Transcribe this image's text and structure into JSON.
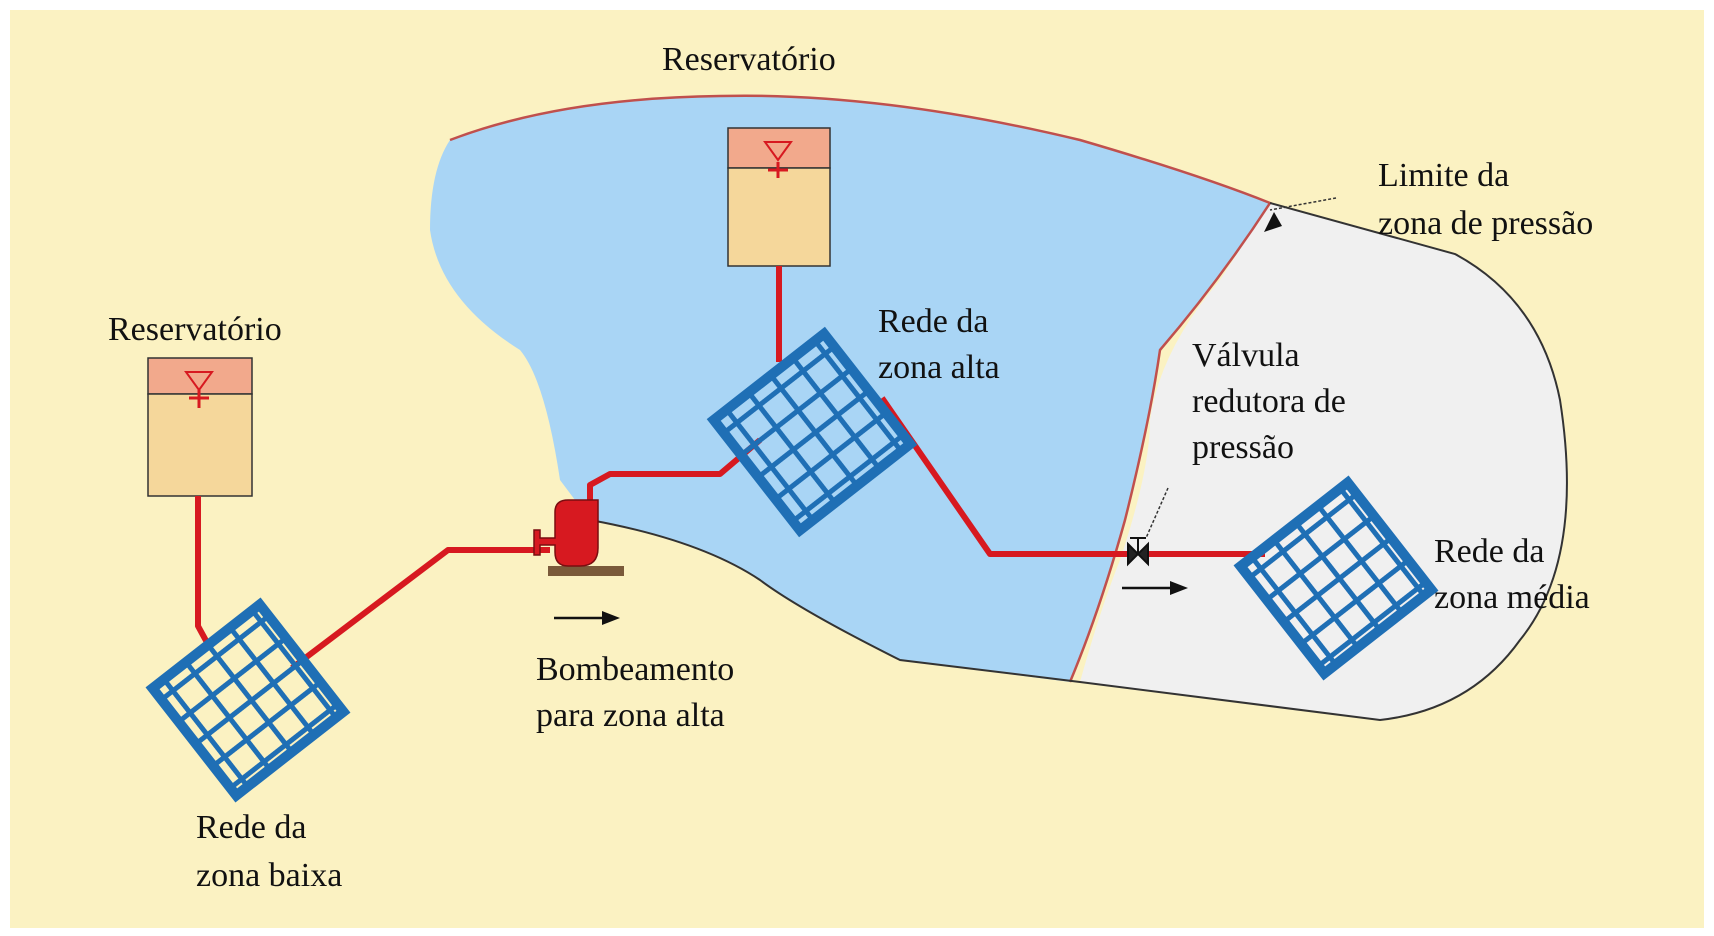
{
  "labels": {
    "reservoir_high": "Reservatório",
    "reservoir_low": "Reservatório",
    "limit_line1": "Limite da",
    "limit_line2": "zona de pressão",
    "high_net_line1": "Rede da",
    "high_net_line2": "zona alta",
    "valve_line1": "Válvula",
    "valve_line2": "redutora de",
    "valve_line3": "pressão",
    "medium_net_line1": "Rede da",
    "medium_net_line2": "zona média",
    "pump_line1": "Bombeamento",
    "pump_line2": "para zona alta",
    "low_net_line1": "Rede da",
    "low_net_line2": "zona baixa"
  },
  "colors": {
    "background": "#FBF2C2",
    "high_zone": "#A9D5F5",
    "medium_zone": "#F0F0F0",
    "zone_border": "#C0504D",
    "pipe": "#D71920",
    "network": "#1F6FB5",
    "tank_top": "#F2A98C",
    "tank_body": "#F5D79B",
    "arrow": "#111111"
  },
  "icons": [
    "water-level-icon",
    "pump-icon",
    "valve-icon",
    "flow-arrow-icon"
  ]
}
